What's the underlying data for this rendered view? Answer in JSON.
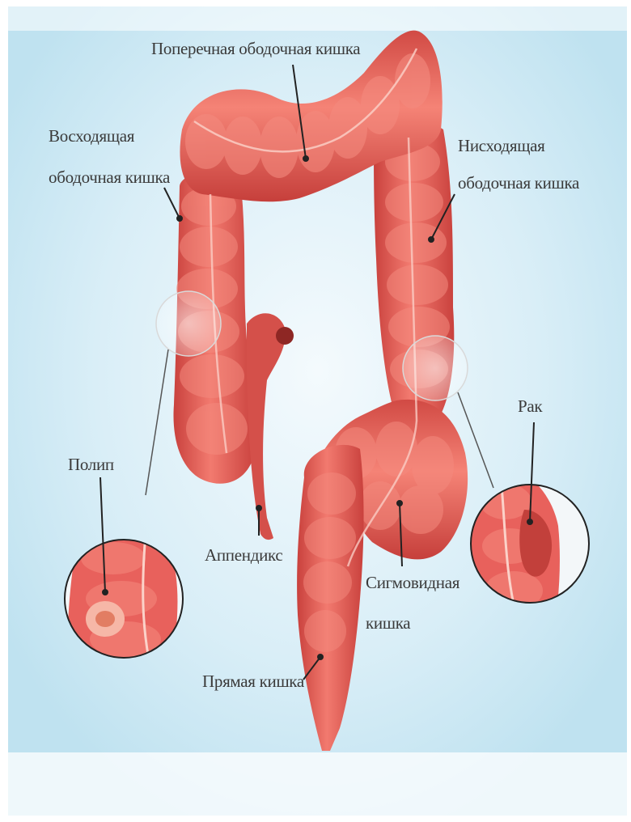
{
  "labels": {
    "transverse_colon": "Поперечная ободочная кишка",
    "ascending_colon_line1": "Восходящая",
    "ascending_colon_line2": "ободочная кишка",
    "descending_colon_line1": "Нисходящая",
    "descending_colon_line2": "ободочная кишка",
    "cancer": "Рак",
    "polyp": "Полип",
    "appendix": "Аппендикс",
    "sigmoid_colon_line1": "Сигмовидная",
    "sigmoid_colon_line2": "кишка",
    "rectum": "Прямая кишка"
  },
  "colors": {
    "colon": "#e8615c",
    "colon_dark": "#c63f3b",
    "colon_light": "#f7a49b",
    "background": "#d6edf6",
    "pointer": "#222222"
  }
}
